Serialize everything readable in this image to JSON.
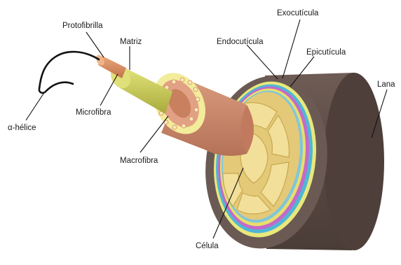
{
  "labels": {
    "protofibrilla": "Protofibrilla",
    "matriz": "Matriz",
    "exocuticula": "Exocutícula",
    "endocuticula": "Endocutícula",
    "epicuticula": "Epicutícula",
    "lana": "Lana",
    "microfibra": "Microfibra",
    "alfa_helice": "α-hélice",
    "macrofibra": "Macrofibra",
    "celula": "Célula"
  },
  "colors": {
    "lana_outer": "#5a4a44",
    "lana_face": "#6b5a53",
    "epicuticula": "#e9e87c",
    "exocuticula": "#4fb6d6",
    "endocuticula": "#c36ac8",
    "cortex": "#e3c978",
    "cell_fill": "#efd98f",
    "macrofibra": "#c7856a",
    "macrofibra_face": "#f2ec9b",
    "microfibra_sheath": "#cfd05a",
    "protofibrilla": "#d98c5a",
    "helix": "#111111"
  }
}
